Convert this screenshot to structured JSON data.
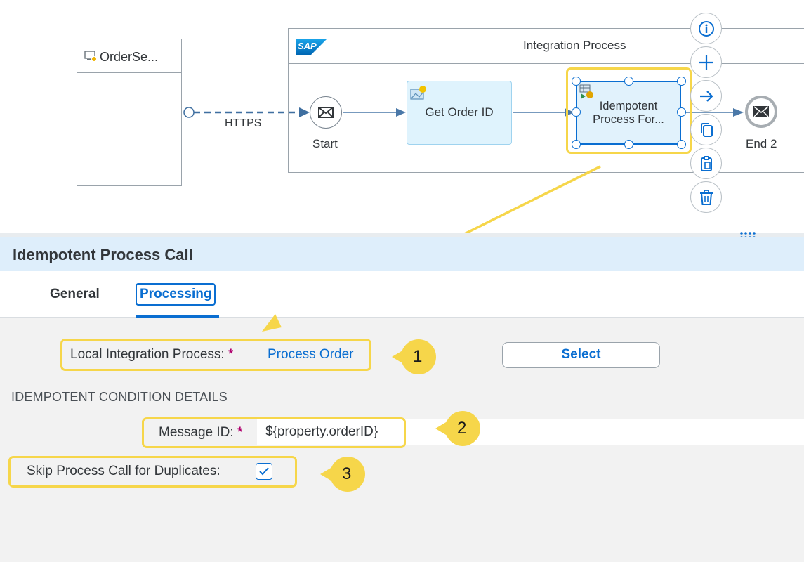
{
  "canvas": {
    "sender": {
      "label": "OrderSe..."
    },
    "connection": {
      "label": "HTTPS"
    },
    "pool": {
      "title": "Integration Process",
      "logo_text": "SAP"
    },
    "start_event": {
      "label": "Start"
    },
    "task_get_order": {
      "label": "Get Order ID"
    },
    "task_idempotent": {
      "line1": "Idempotent",
      "line2": "Process For..."
    },
    "end_event": {
      "label": "End 2"
    },
    "context_menu": [
      "info-icon",
      "plus-icon",
      "arrow-right-icon",
      "copy-icon",
      "paste-icon",
      "trash-icon"
    ]
  },
  "panel": {
    "title": "Idempotent Process Call",
    "tabs": [
      {
        "label": "General"
      },
      {
        "label": "Processing",
        "active": true
      }
    ],
    "local_process": {
      "label": "Local Integration Process:",
      "required": "*",
      "value": "Process Order"
    },
    "select_button": "Select",
    "section_title": "IDEMPOTENT CONDITION DETAILS",
    "message_id": {
      "label": "Message ID:",
      "required": "*",
      "value": "${property.orderID}"
    },
    "skip_duplicates": {
      "label": "Skip Process Call for Duplicates:",
      "checked": true
    }
  },
  "callouts": [
    "1",
    "2",
    "3"
  ],
  "colors": {
    "accent": "#0a6ed1",
    "highlight": "#f6d64a",
    "panel_header": "#deeefb",
    "required": "#b0006e"
  }
}
